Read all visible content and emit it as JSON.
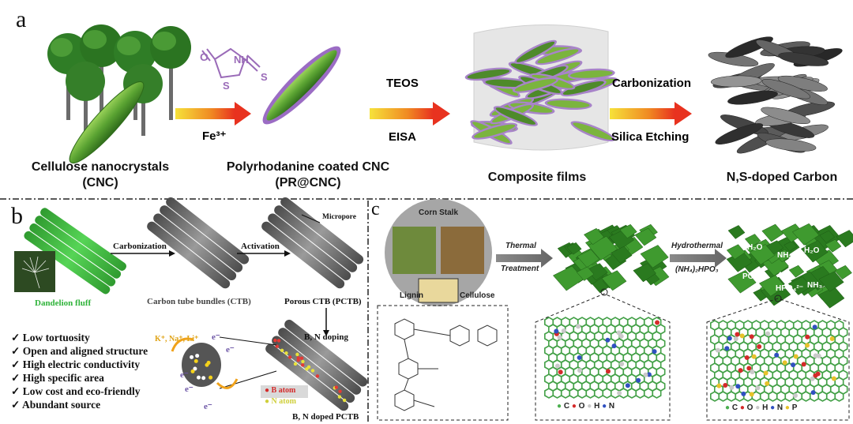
{
  "panel_a": {
    "letter": "a",
    "step1_reagent": "Fe³⁺",
    "step2_reagents": [
      "TEOS",
      "EISA"
    ],
    "step3_reagents": [
      "Carbonization",
      "Silica Etching"
    ],
    "molecule_labels": [
      "O",
      "NH",
      "S",
      "S"
    ],
    "captions": [
      {
        "line1": "Cellulose nanocrystals",
        "line2": "(CNC)"
      },
      {
        "line1": "Polyrhodanine coated CNC",
        "line2": "(PR@CNC)"
      },
      {
        "line1": "Composite films",
        "line2": ""
      },
      {
        "line1": "N,S-doped Carbon",
        "line2": ""
      }
    ]
  },
  "panel_b": {
    "letter": "b",
    "dandelion_label": "Dandelion fluff",
    "step1": "Carbonization",
    "step2": "Activation",
    "micropore": "Micropore",
    "ctb_label": "Carbon tube bundles (CTB)",
    "pctb_label": "Porous CTB (PCTB)",
    "doping_label": "B, N doping",
    "doped_label": "B, N doped PCTB",
    "ions": "K⁺, Na⁺, Li⁺",
    "electron": "e⁻",
    "legend": [
      "B atom",
      "N atom"
    ],
    "features": [
      "Low tortuosity",
      "Open and aligned structure",
      "High electric conductivity",
      "High specific area",
      "Low cost and eco-friendly",
      "Abundant source"
    ],
    "check": "✓"
  },
  "panel_c": {
    "letter": "c",
    "corn_stalk": "Corn Stalk",
    "lignin": "Lignin",
    "cellulose": "Cellulose",
    "step1": [
      "Thermal",
      "Treatment"
    ],
    "step2": [
      "Hydrothermal",
      "(NH₄)₂HPO₃"
    ],
    "species": [
      "H₂O",
      "NH₃",
      "H₂O",
      "PO₄³⁻",
      "HPO₄²⁻",
      "NH₃"
    ],
    "legend1": [
      "C",
      "O",
      "H",
      "N"
    ],
    "legend2": [
      "C",
      "O",
      "H",
      "N",
      "P"
    ]
  },
  "colors": {
    "green": "#5aa332",
    "gray": "#6d6d6d",
    "purple": "#8c5fb0",
    "red_arrow": "#e8321f",
    "yellow_arrow": "#f5d21b"
  }
}
